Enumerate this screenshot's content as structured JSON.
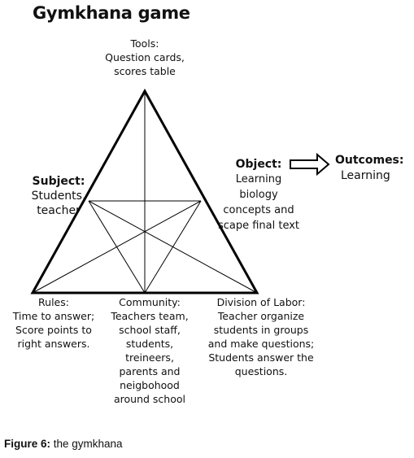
{
  "title": "Gymkhana game",
  "nodes": {
    "tools": {
      "heading": "Tools:",
      "lines": [
        "Question cards,",
        "scores table"
      ]
    },
    "subject": {
      "heading": "Subject:",
      "lines": [
        "Students,",
        "teacher"
      ]
    },
    "object": {
      "heading": "Object:",
      "lines": [
        "Learning",
        "biology",
        "concepts and",
        "scape final text"
      ]
    },
    "outcomes": {
      "heading": "Outcomes:",
      "lines": [
        "Learning"
      ]
    },
    "rules": {
      "heading": "Rules:",
      "lines": [
        "Time to answer;",
        "Score points to",
        "right answers."
      ]
    },
    "community": {
      "heading": "Community:",
      "lines": [
        "Teachers team,",
        "school staff,",
        "students,",
        "treineers,",
        "parents and",
        "neigbohood",
        "around school"
      ]
    },
    "division": {
      "heading": "Division of Labor:",
      "lines": [
        "Teacher organize",
        "students in groups",
        "and make questions;",
        "Students answer the",
        "questions."
      ]
    }
  },
  "caption": {
    "label": "Figure 6:",
    "text": " the gymkhana"
  }
}
